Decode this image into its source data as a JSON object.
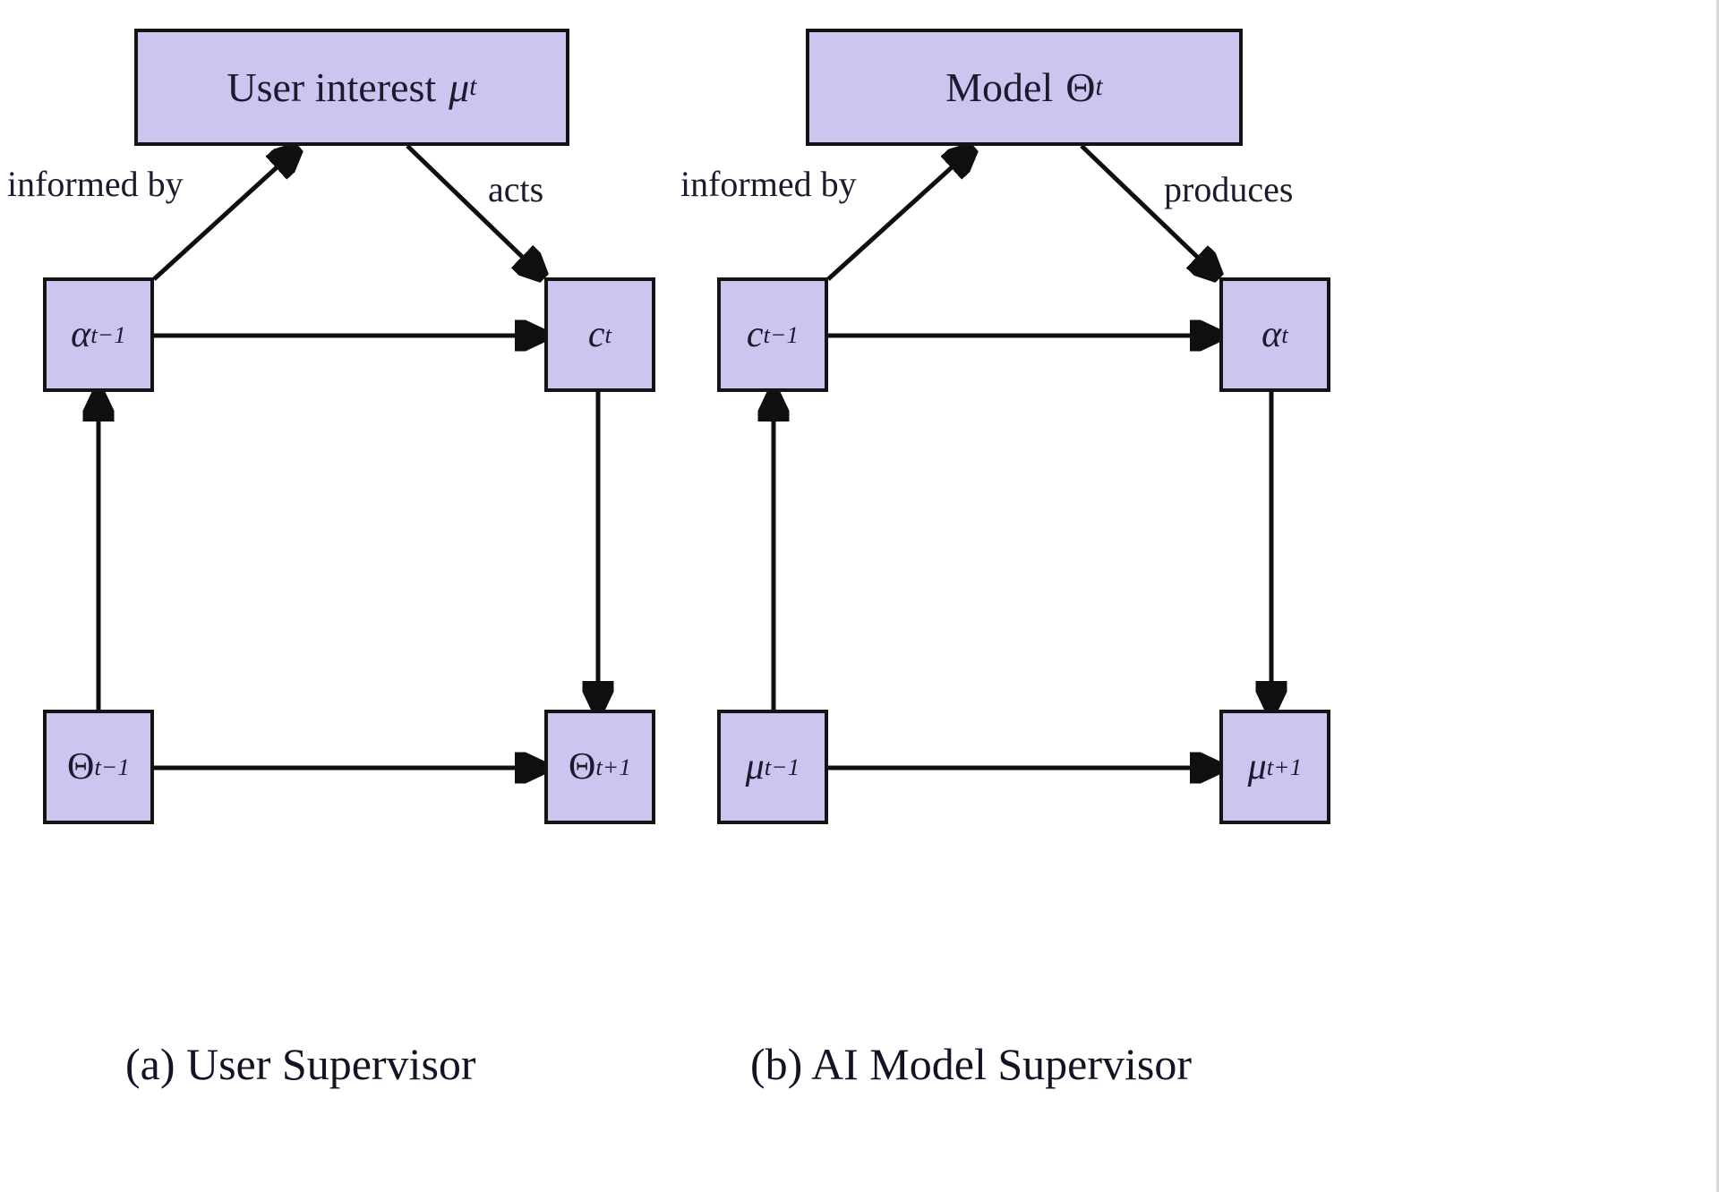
{
  "figure": {
    "background_color": "#ffffff",
    "node_fill_color": "#ccc5f0",
    "node_border_color": "#141414",
    "arrow_color": "#0f0f0f"
  },
  "panel_a": {
    "caption": "(a) User Supervisor",
    "supervisor_node": {
      "text": "User interest",
      "symbol": "μ",
      "subscript": "t"
    },
    "nodes": [
      {
        "id": "alpha-t-minus-1",
        "symbol": "α",
        "subscript": "t−1",
        "position": "middle-left"
      },
      {
        "id": "c-t",
        "symbol": "c",
        "subscript": "t",
        "position": "middle-right"
      },
      {
        "id": "theta-t-minus-1",
        "symbol": "Θ",
        "subscript": "t−1",
        "position": "bottom-left"
      },
      {
        "id": "theta-t-plus-1",
        "symbol": "Θ",
        "subscript": "t+1",
        "position": "bottom-right"
      }
    ],
    "edge_labels": {
      "left": "informed by",
      "right": "acts"
    }
  },
  "panel_b": {
    "caption": "(b) AI Model Supervisor",
    "supervisor_node": {
      "text": "Model",
      "symbol": "Θ",
      "subscript": "t"
    },
    "nodes": [
      {
        "id": "c-t-minus-1",
        "symbol": "c",
        "subscript": "t−1",
        "position": "middle-left"
      },
      {
        "id": "alpha-t",
        "symbol": "α",
        "subscript": "t",
        "position": "middle-right"
      },
      {
        "id": "mu-t-minus-1",
        "symbol": "μ",
        "subscript": "t−1",
        "position": "bottom-left"
      },
      {
        "id": "mu-t-plus-1",
        "symbol": "μ",
        "subscript": "t+1",
        "position": "bottom-right"
      }
    ],
    "edge_labels": {
      "left": "informed by",
      "right": "produces"
    }
  }
}
